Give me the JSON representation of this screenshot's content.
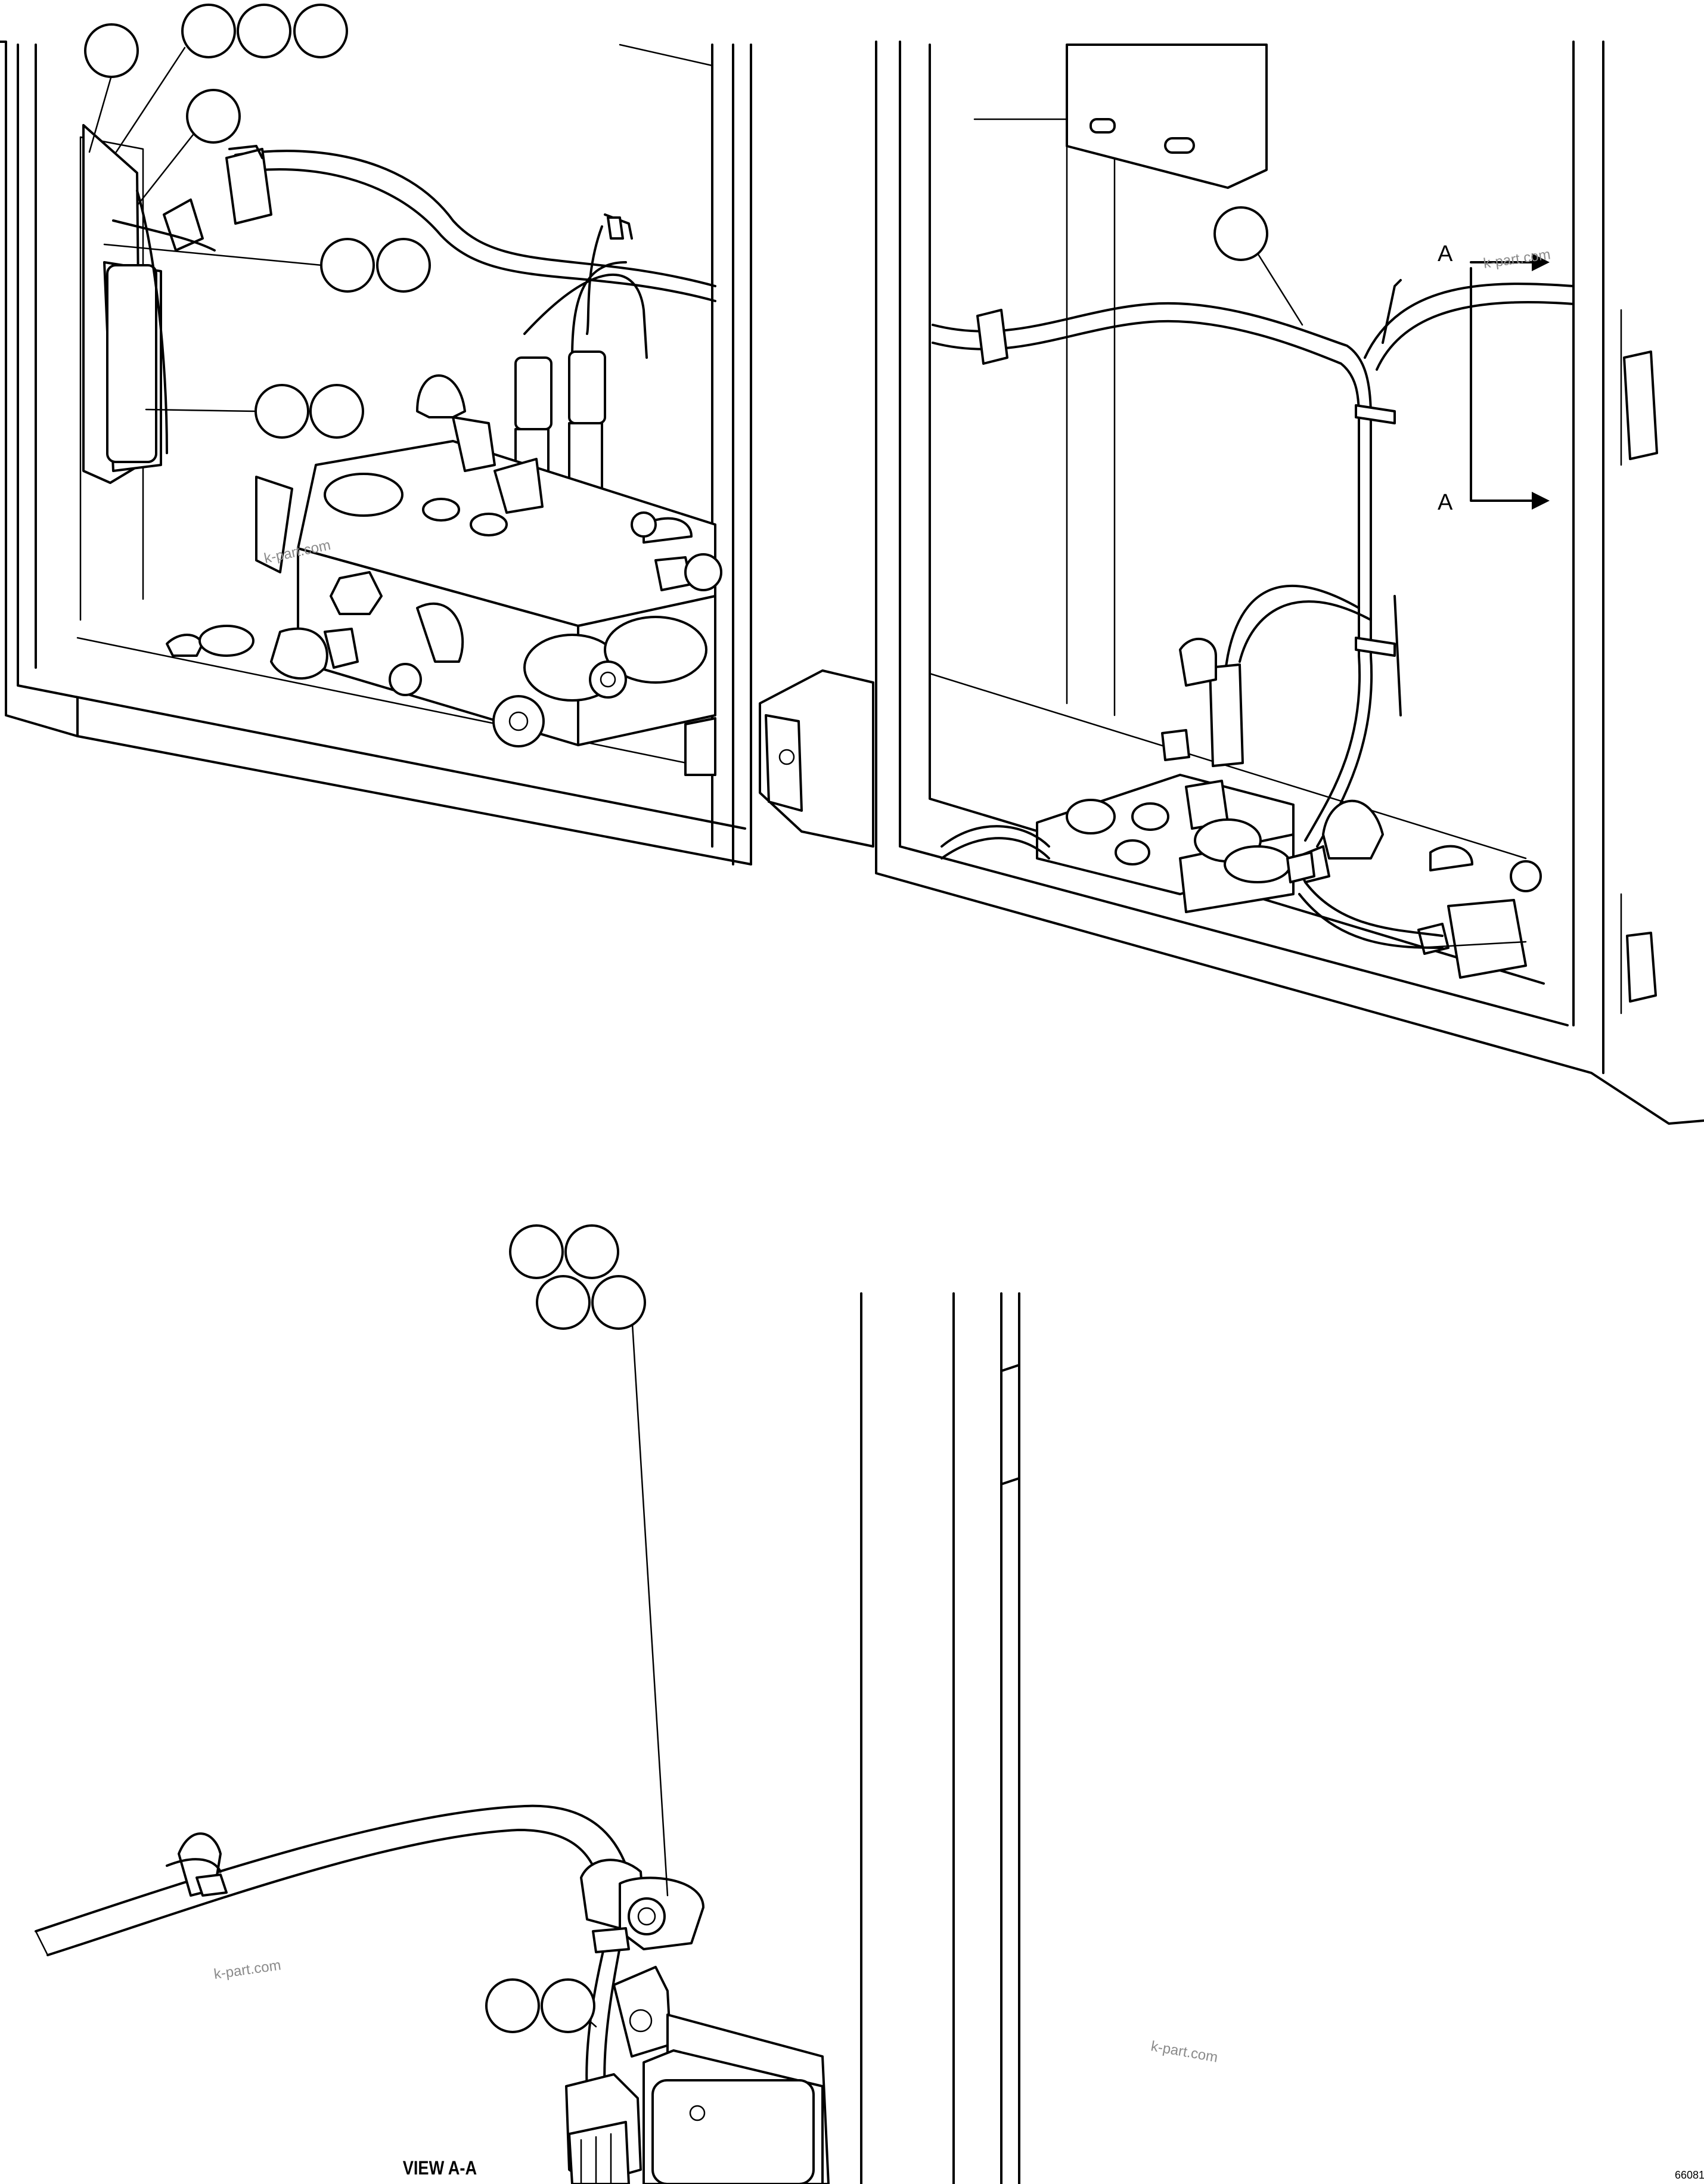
{
  "section_marker": {
    "label_top": "A",
    "label_bottom": "A"
  },
  "view_title": "VIEW A-A",
  "sheet_code": "66081",
  "watermarks": [
    "k-part.com",
    "k-part.com",
    "k-part.com",
    "k-part.com"
  ],
  "callouts": [
    {
      "id": "upper-left-1",
      "text": ""
    },
    {
      "id": "upper-top-group-1",
      "text": ""
    },
    {
      "id": "upper-top-group-2",
      "text": ""
    },
    {
      "id": "upper-top-group-3",
      "text": ""
    },
    {
      "id": "upper-bracket",
      "text": ""
    },
    {
      "id": "upper-connector-1",
      "text": ""
    },
    {
      "id": "upper-connector-2",
      "text": ""
    },
    {
      "id": "upper-module-1",
      "text": ""
    },
    {
      "id": "upper-module-2",
      "text": ""
    },
    {
      "id": "upper-harness",
      "text": ""
    },
    {
      "id": "view-top-1",
      "text": ""
    },
    {
      "id": "view-top-2",
      "text": ""
    },
    {
      "id": "view-top-3",
      "text": ""
    },
    {
      "id": "view-top-4",
      "text": ""
    },
    {
      "id": "view-module-1",
      "text": ""
    },
    {
      "id": "view-module-2",
      "text": ""
    }
  ]
}
